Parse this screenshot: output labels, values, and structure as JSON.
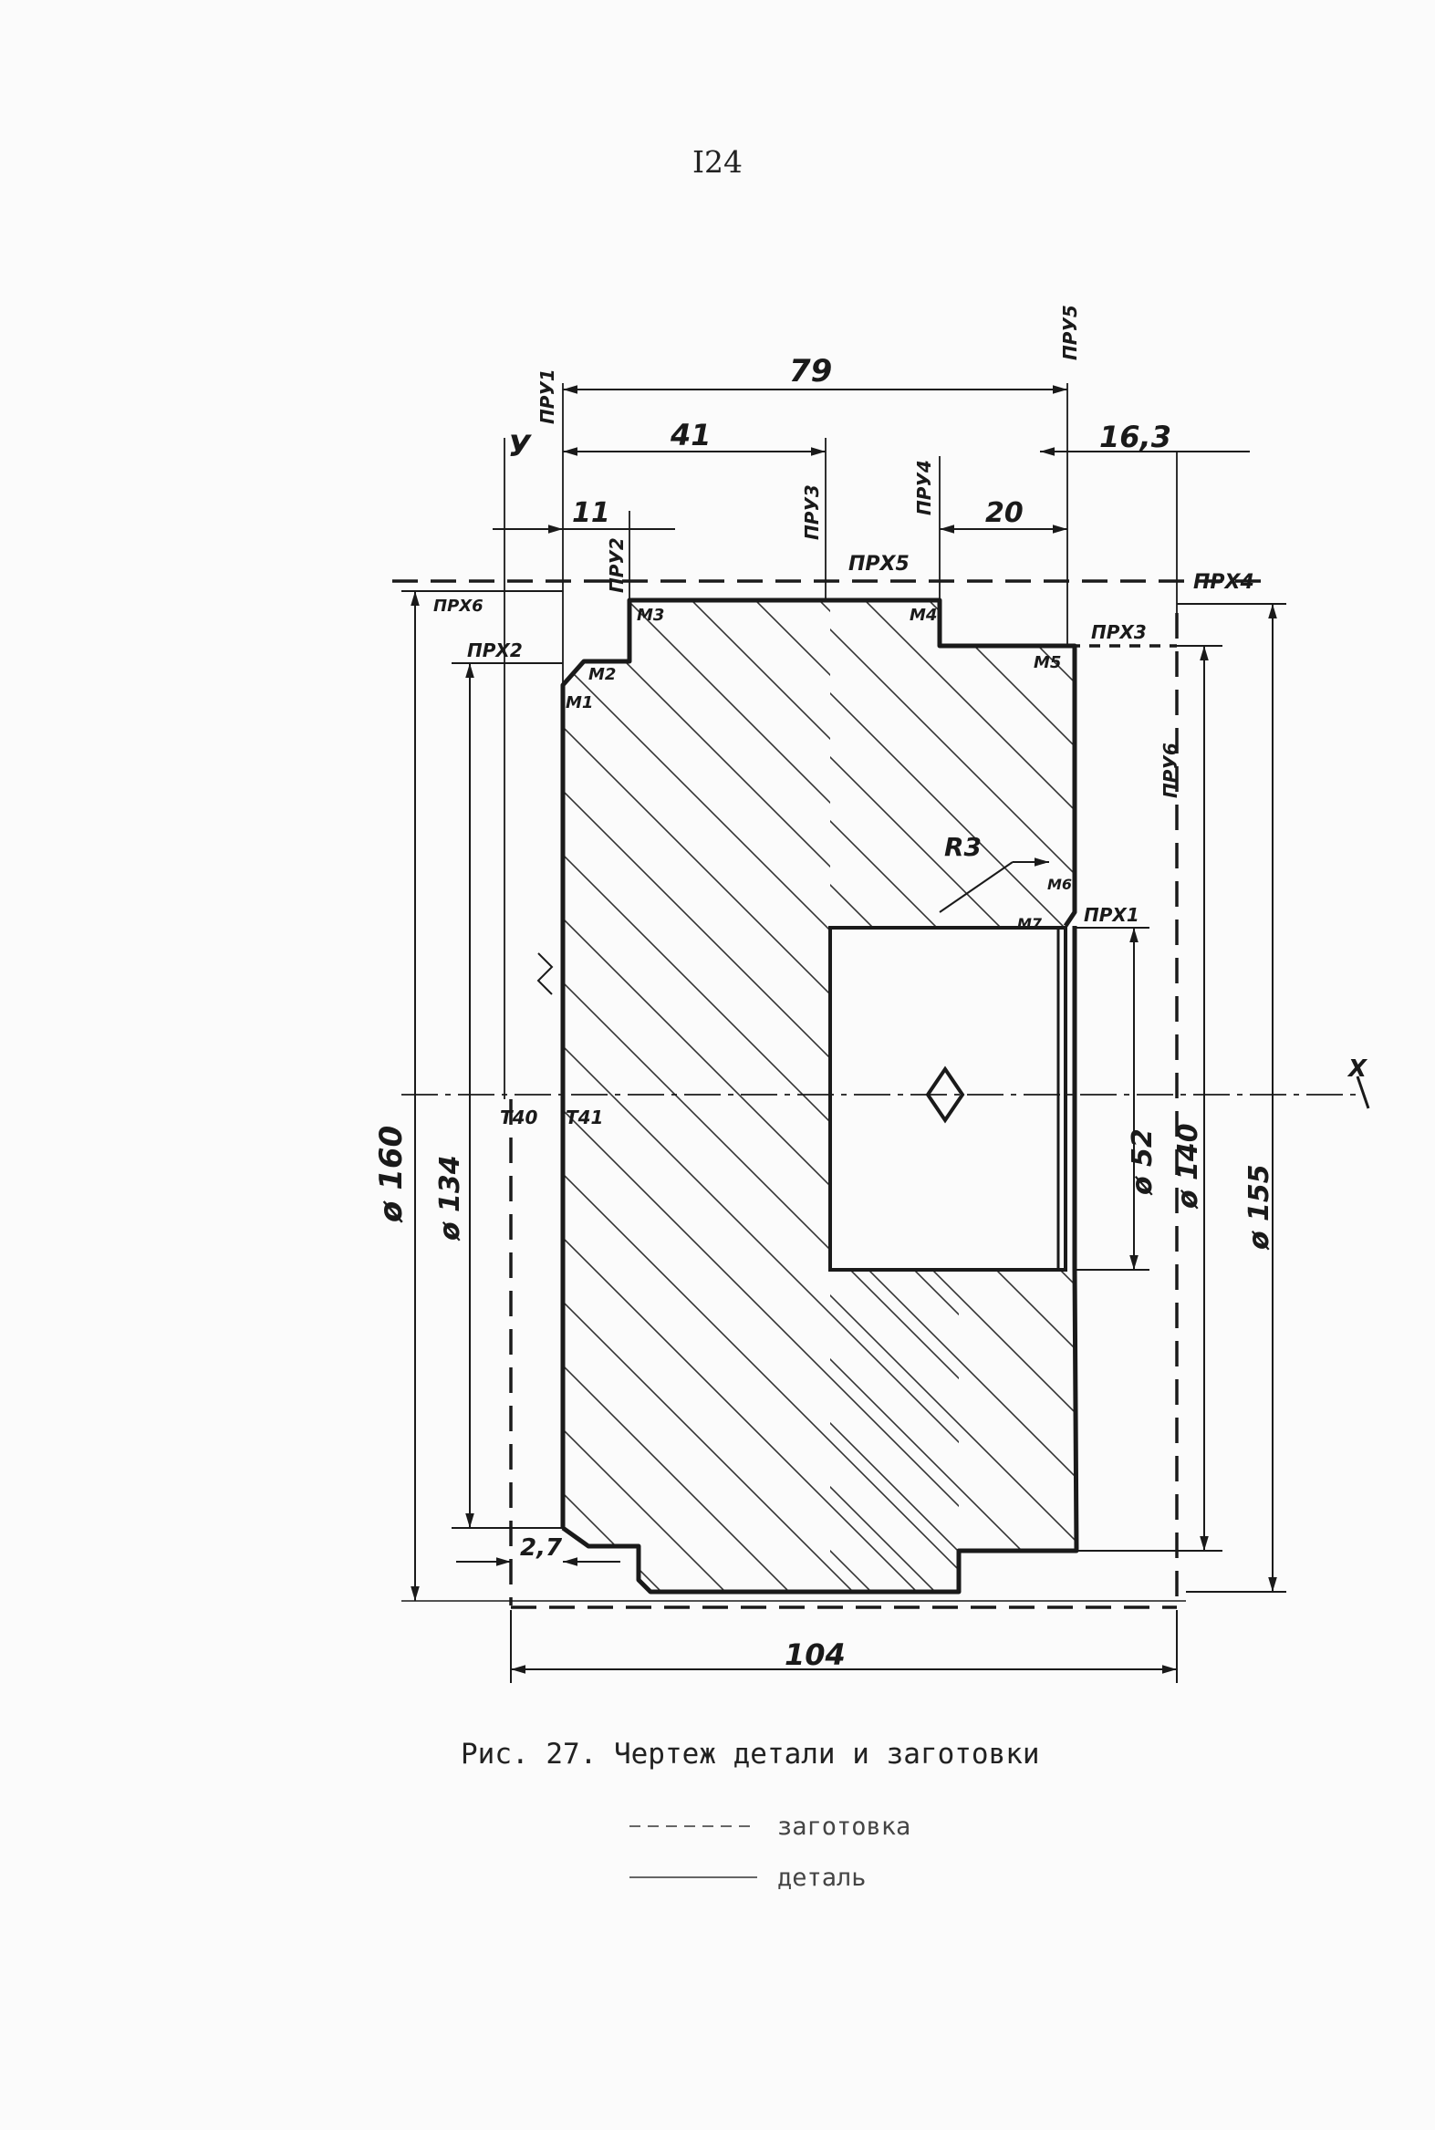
{
  "page_number": "I24",
  "caption": "Рис. 27. Чертеж детали и заготовки",
  "legend": [
    {
      "label": "заготовка",
      "style": "dashed"
    },
    {
      "label": "деталь",
      "style": "solid"
    }
  ],
  "dimensions": {
    "d79": "79",
    "d41": "41",
    "d11": "11",
    "d20": "20",
    "d16_3": "16,3",
    "d104": "104",
    "d2_7": "2,7",
    "dia160": "ø 160",
    "dia134": "ø 134",
    "dia52": "ø 52",
    "dia140": "ø 140",
    "dia155": "ø 155",
    "r3": "R3"
  },
  "axes": {
    "y": "У",
    "x": "Х"
  },
  "tags": {
    "pry1": "ПРУ1",
    "pry2": "ПРУ2",
    "pry3": "ПРУ3",
    "pry4": "ПРУ4",
    "pry5": "ПРУ5",
    "pry6": "ПРУ6",
    "prx1": "ПРХ1",
    "prx2": "ПРХ2",
    "prx3": "ПРХ3",
    "prx4": "ПРХ4",
    "prx5": "ПРХ5",
    "prx6": "ПРХ6",
    "m1": "М1",
    "m2": "М2",
    "m3": "М3",
    "m4": "М4",
    "m5": "М5",
    "m6": "М6",
    "m7": "М7",
    "t40": "Т40",
    "t41": "Т41"
  },
  "colors": {
    "ink": "#1a1a1a",
    "paper": "#fbfbfb"
  }
}
